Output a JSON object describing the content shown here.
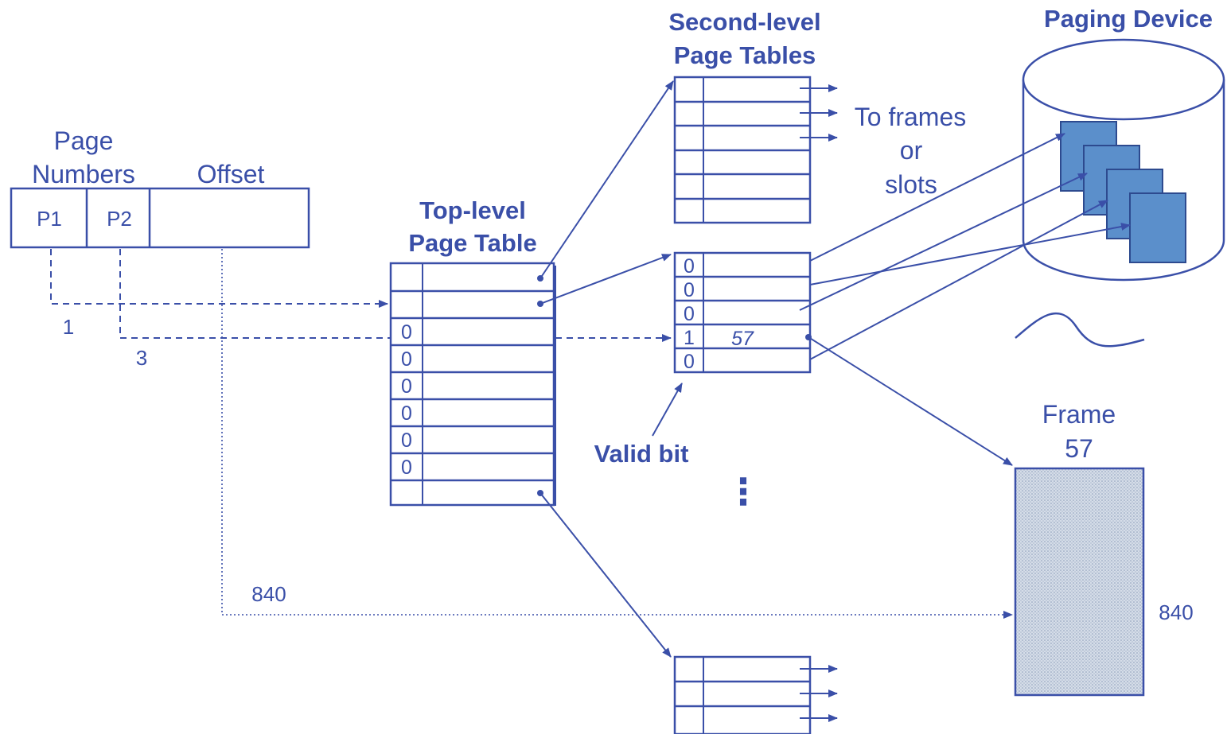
{
  "colors": {
    "stroke": "#3a4fa8",
    "page_fill": "#5b8fcb",
    "page_stroke": "#2d4a8f",
    "frame_fill": "#c5d0df",
    "background": "#ffffff"
  },
  "address": {
    "heading_line1": "Page",
    "heading_line2": "Numbers",
    "offset_label": "Offset",
    "p1": "P1",
    "p2": "P2",
    "p1_value": "1",
    "p2_value": "3",
    "offset_value": "840"
  },
  "top_table": {
    "title_line1": "Top-level",
    "title_line2": "Page Table",
    "valid_bits": [
      "",
      "",
      "0",
      "0",
      "0",
      "0",
      "0",
      "0",
      ""
    ]
  },
  "second_tables": {
    "title_line1": "Second-level",
    "title_line2": "Page Tables",
    "middle_valid_bits": [
      "0",
      "0",
      "0",
      "1",
      "0"
    ],
    "middle_frame_entry": "57",
    "valid_bit_label": "Valid bit",
    "ellipsis": "⋮"
  },
  "targets": {
    "line1": "To frames",
    "line2": "or",
    "line3": "slots"
  },
  "paging_device": {
    "title": "Paging Device"
  },
  "frame": {
    "label_line1": "Frame",
    "label_line2": "57",
    "offset_value": "840"
  }
}
